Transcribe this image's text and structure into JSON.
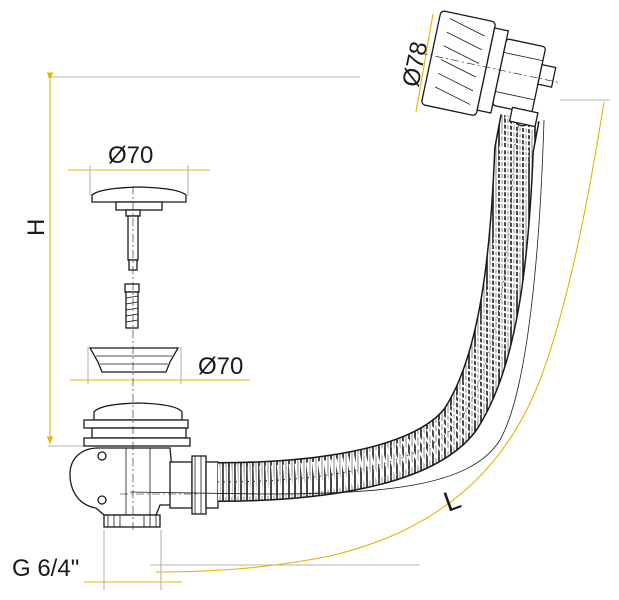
{
  "labels": {
    "overflow_diameter": "Ø78",
    "plug_diameter": "Ø70",
    "flange_diameter": "Ø70",
    "height": "H",
    "length": "L",
    "thread": "G 6/4\""
  },
  "colors": {
    "dimension_line": "#e8b400",
    "extension_line": "#9a9a9a",
    "outline": "#1a1a1a",
    "background": "#ffffff"
  }
}
